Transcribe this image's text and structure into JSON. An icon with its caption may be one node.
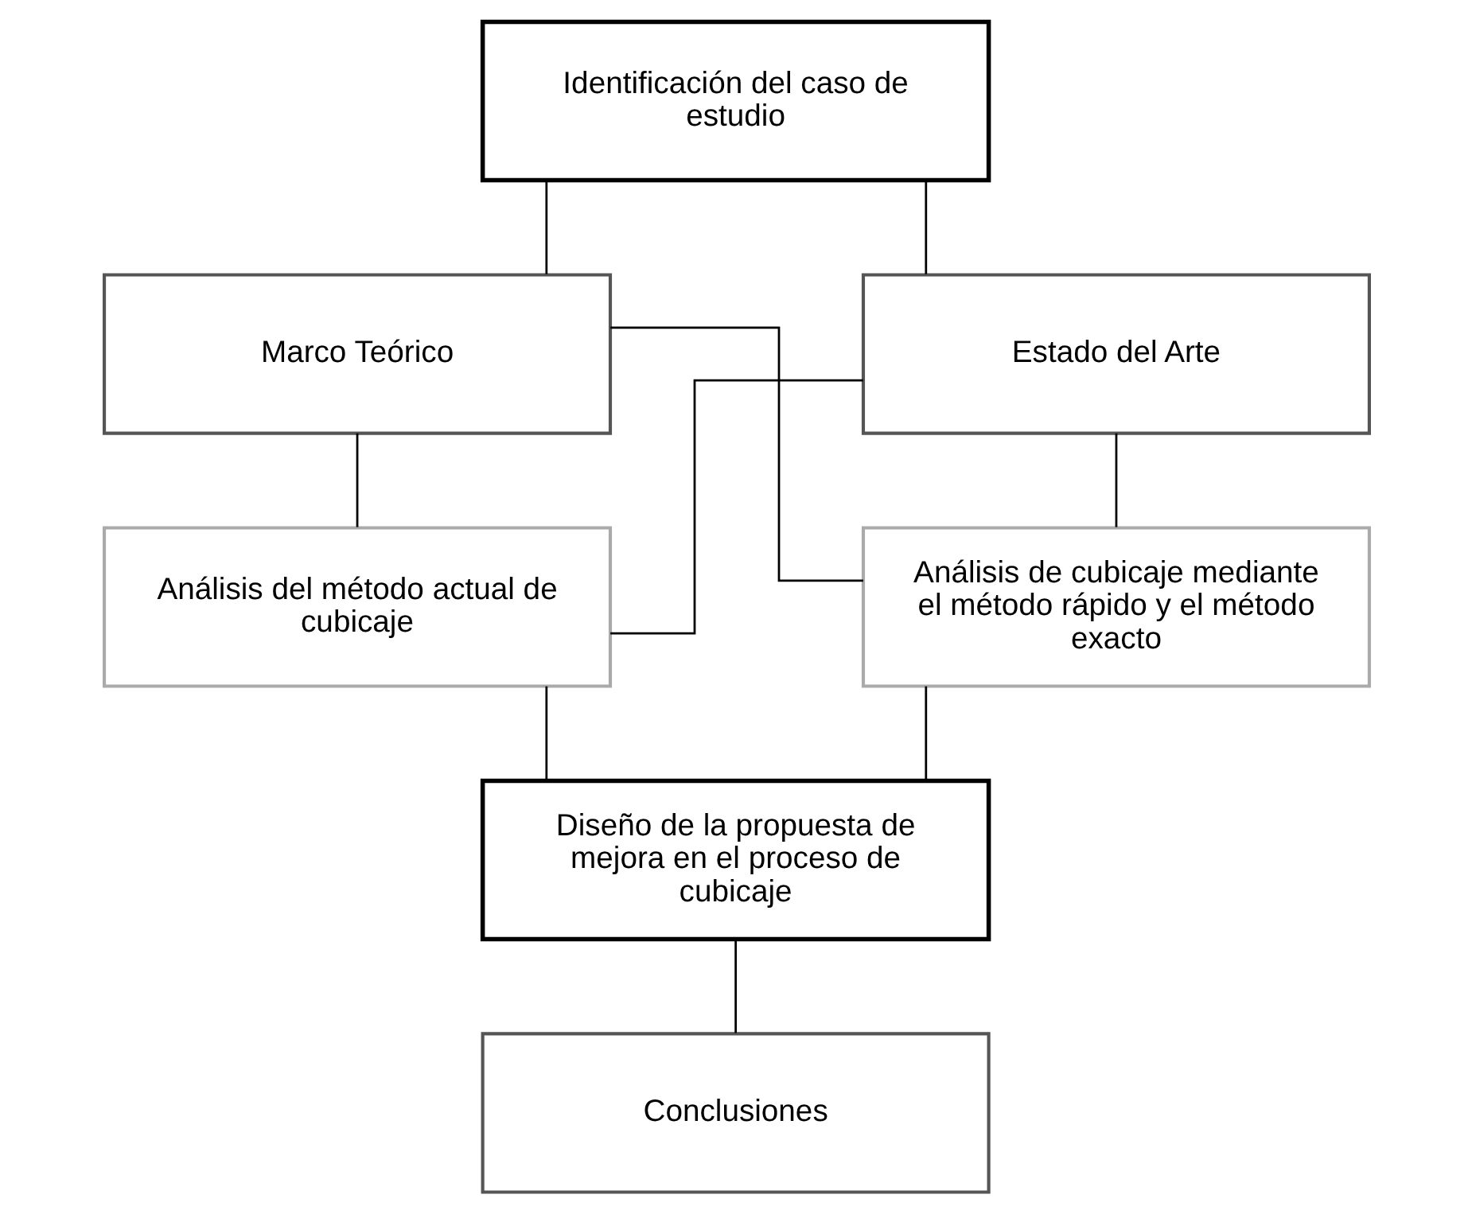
{
  "diagram": {
    "nodes": [
      {
        "text": [
          "Identificación del caso de estudio"
        ]
      },
      {
        "text": [
          "Marco Teórico"
        ]
      },
      {
        "text": [
          "Estado del Arte"
        ]
      },
      {
        "text": [
          "Análisis del método actual de cubicaje"
        ]
      },
      {
        "text": [
          "Análisis de cubicaje mediante el método rápido y el método exacto"
        ]
      },
      {
        "text": [
          "Diseño de la propuesta de mejora en el proceso de cubicaje"
        ]
      },
      {
        "text": [
          "Conclusiones"
        ]
      }
    ],
    "edges": [
      {
        "from": 0,
        "to": 1,
        "arrow": "none"
      },
      {
        "from": 0,
        "to": 2,
        "arrow": "none"
      },
      {
        "from": 1,
        "to": 3,
        "arrow": "none"
      },
      {
        "from": 1,
        "to": 4,
        "arrow": "none"
      },
      {
        "from": 2,
        "to": 3,
        "arrow": "none"
      },
      {
        "from": 2,
        "to": 4,
        "arrow": "none"
      },
      {
        "from": 3,
        "to": 5,
        "arrow": "none"
      },
      {
        "from": 4,
        "to": 5,
        "arrow": "none"
      },
      {
        "from": 5,
        "to": 6,
        "arrow": "none"
      }
    ]
  }
}
